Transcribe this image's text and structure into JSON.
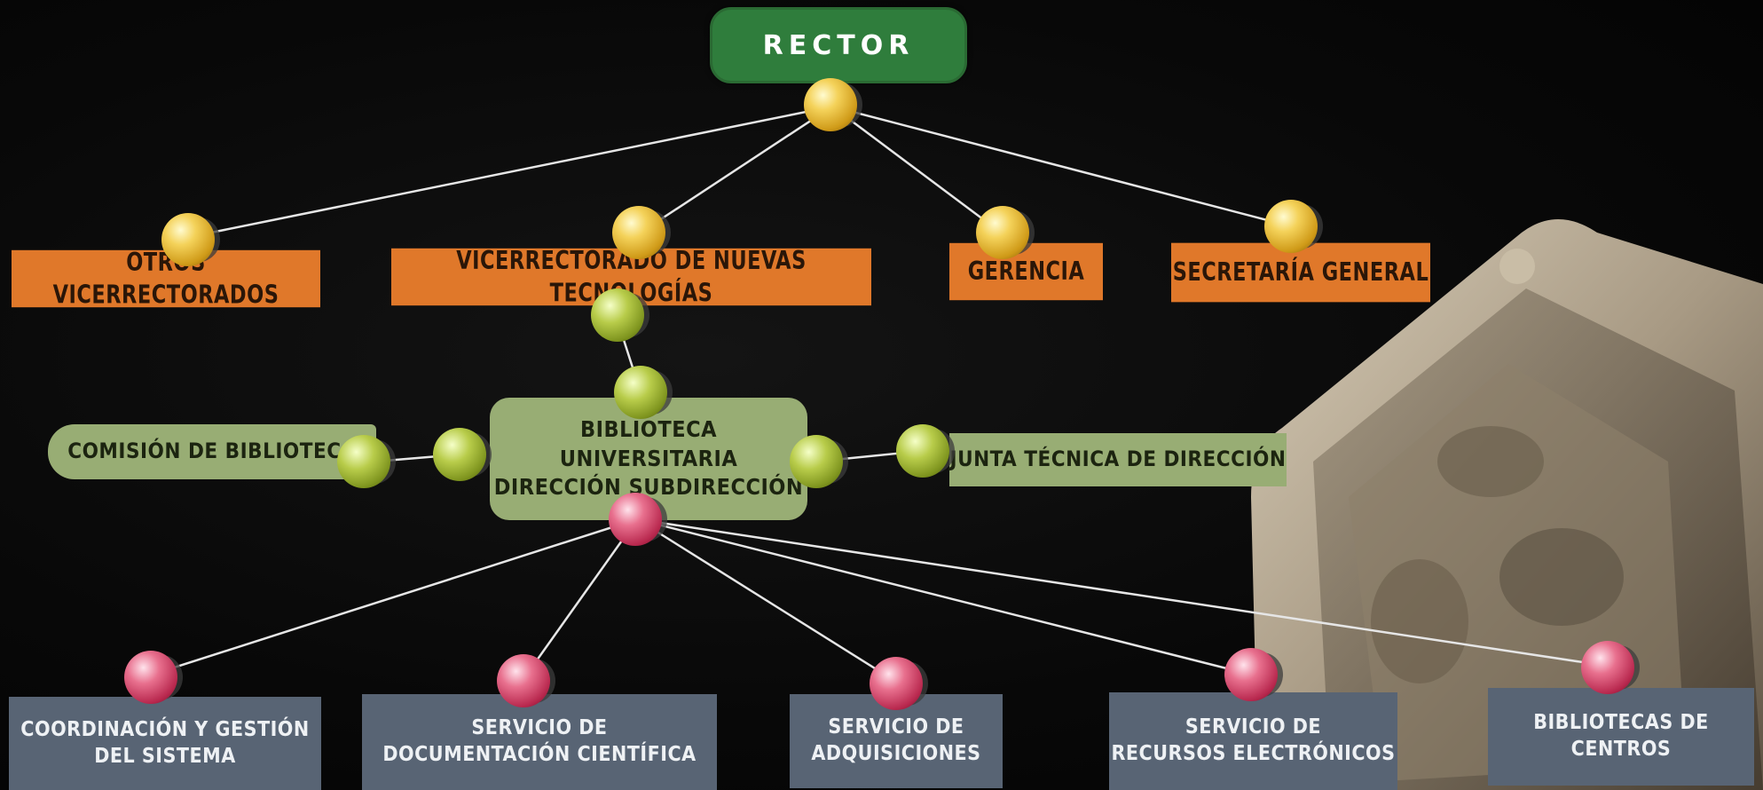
{
  "rector": "RECTOR",
  "level1": {
    "otros": "OTROS VICERRECTORADOS",
    "nuevas": "VICERRECTORADO DE NUEVAS TECNOLOGÍAS",
    "gerencia": "GERENCIA",
    "secretaria": "SECRETARÍA GENERAL"
  },
  "biblioteca": {
    "line1": "BIBLIOTECA UNIVERSITARIA",
    "line2": "DIRECCIÓN SUBDIRECCIÓN"
  },
  "comision": "COMISIÓN DE BIBLIOTECA",
  "junta": "JUNTA TÉCNICA DE DIRECCIÓN",
  "services": [
    {
      "line1": "COORDINACIÓN Y GESTIÓN",
      "line2": "DEL SISTEMA"
    },
    {
      "line1": "SERVICIO DE",
      "line2": "DOCUMENTACIÓN CIENTÍFICA"
    },
    {
      "line1": "SERVICIO DE",
      "line2": "ADQUISICIONES"
    },
    {
      "line1": "SERVICIO DE",
      "line2": "RECURSOS ELECTRÓNICOS"
    },
    {
      "line1": "BIBLIOTECAS DE",
      "line2": "CENTROS"
    }
  ],
  "colors": {
    "rector": "#2f7d3c",
    "level1": "#e0782a",
    "biblioteca": "#98ad74",
    "services": "#586474"
  }
}
